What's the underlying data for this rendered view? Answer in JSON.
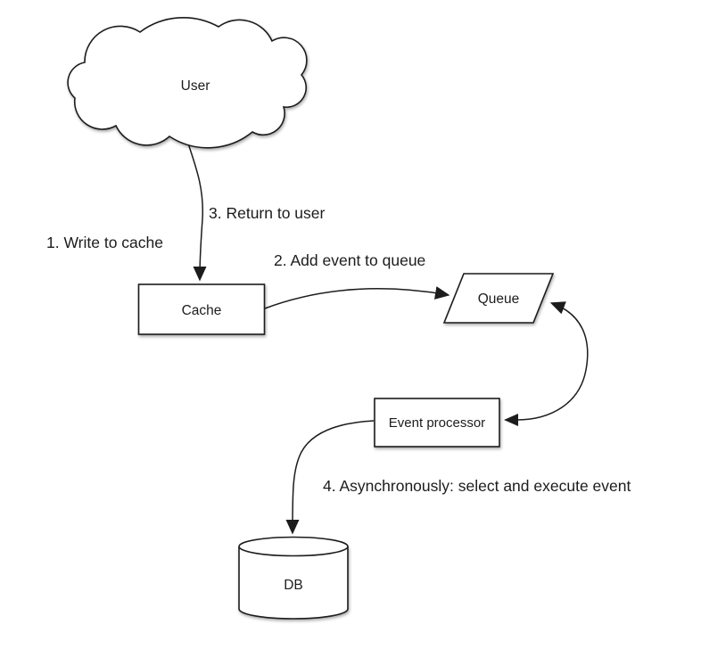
{
  "diagram": {
    "type": "flowchart",
    "description": "Write-behind cache event flow diagram",
    "colors": {
      "background": "#ffffff",
      "shape_fill": "#ffffff",
      "stroke": "#1c1c1c",
      "text": "#1c1c1c"
    },
    "nodes": {
      "user": {
        "label": "User",
        "shape": "cloud"
      },
      "cache": {
        "label": "Cache",
        "shape": "rectangle"
      },
      "queue": {
        "label": "Queue",
        "shape": "parallelogram"
      },
      "event_processor": {
        "label": "Event processor",
        "shape": "rectangle"
      },
      "db": {
        "label": "DB",
        "shape": "cylinder"
      }
    },
    "edges": [
      {
        "id": "user-cache",
        "from": "User",
        "to": "Cache",
        "arrowheads": "end",
        "labels": [
          "1. Write to cache",
          "3. Return to user"
        ]
      },
      {
        "id": "cache-queue",
        "from": "Cache",
        "to": "Queue",
        "arrowheads": "end",
        "labels": [
          "2. Add event to queue"
        ]
      },
      {
        "id": "queue-event-processor",
        "from": "Queue",
        "to": "Event processor",
        "arrowheads": "both",
        "labels": []
      },
      {
        "id": "event-processor-db",
        "from": "Event processor",
        "to": "DB",
        "arrowheads": "end",
        "labels": [
          "4. Asynchronously: select and execute event"
        ]
      }
    ]
  }
}
